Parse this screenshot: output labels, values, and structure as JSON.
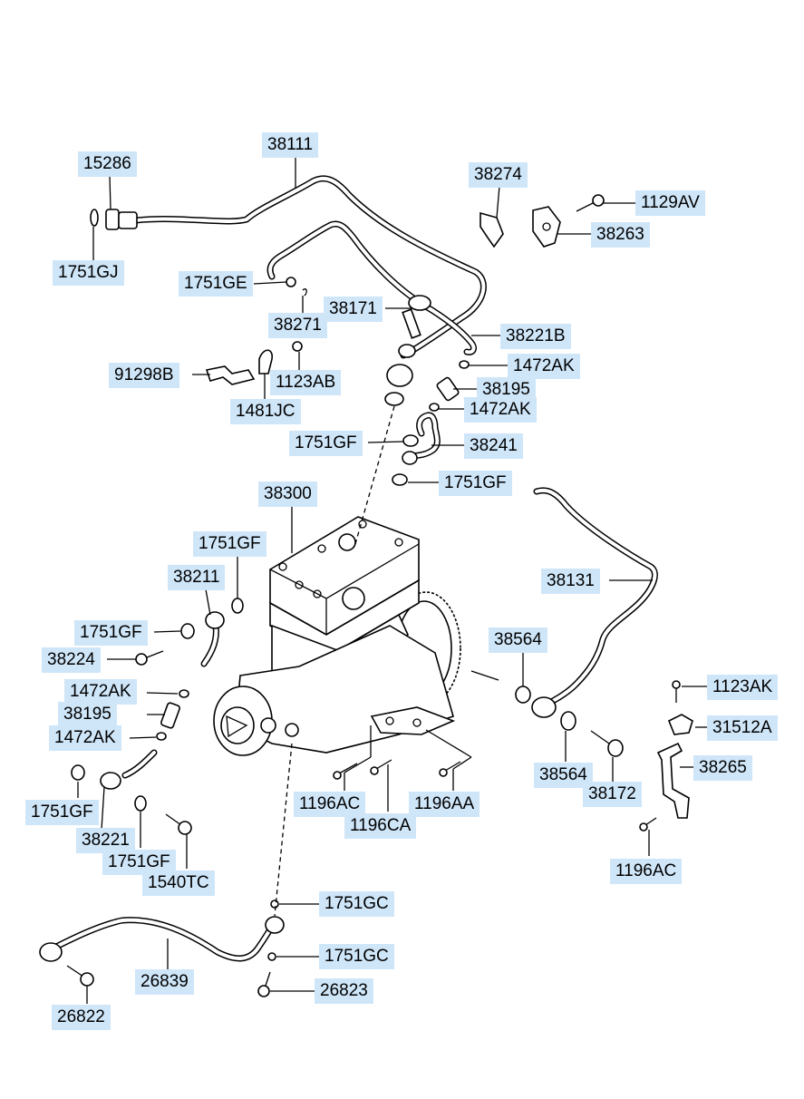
{
  "labels": {
    "p38111": "38111",
    "p15286": "15286",
    "p1751GJ": "1751GJ",
    "p38274": "38274",
    "p1129AV": "1129AV",
    "p38263": "38263",
    "p1751GE": "1751GE",
    "p38271": "38271",
    "p38171": "38171",
    "p38221B": "38221B",
    "p1472AK_a": "1472AK",
    "p91298B": "91298B",
    "p1123AB": "1123AB",
    "p38195_a": "38195",
    "p1472AK_b": "1472AK",
    "p1481JC": "1481JC",
    "p1751GF_a": "1751GF",
    "p38241": "38241",
    "p1751GF_b": "1751GF",
    "p38300": "38300",
    "p1751GF_c": "1751GF",
    "p38211": "38211",
    "p38131": "38131",
    "p1751GF_d": "1751GF",
    "p38224": "38224",
    "p38564_a": "38564",
    "p1472AK_c": "1472AK",
    "p1123AK": "1123AK",
    "p38195_b": "38195",
    "p31512A": "31512A",
    "p1472AK_d": "1472AK",
    "p38265": "38265",
    "p38564_b": "38564",
    "p38172": "38172",
    "p1751GF_e": "1751GF",
    "p1196AC_a": "1196AC",
    "p1196AA": "1196AA",
    "p1196CA": "1196CA",
    "p38221": "38221",
    "p1751GF_f": "1751GF",
    "p1196AC_b": "1196AC",
    "p1540TC": "1540TC",
    "p1751GC_a": "1751GC",
    "p1751GC_b": "1751GC",
    "p26839": "26839",
    "p26823": "26823",
    "p26822": "26822"
  },
  "colors": {
    "label_background": "#cfe6f9",
    "line": "#000000",
    "background": "#ffffff"
  }
}
